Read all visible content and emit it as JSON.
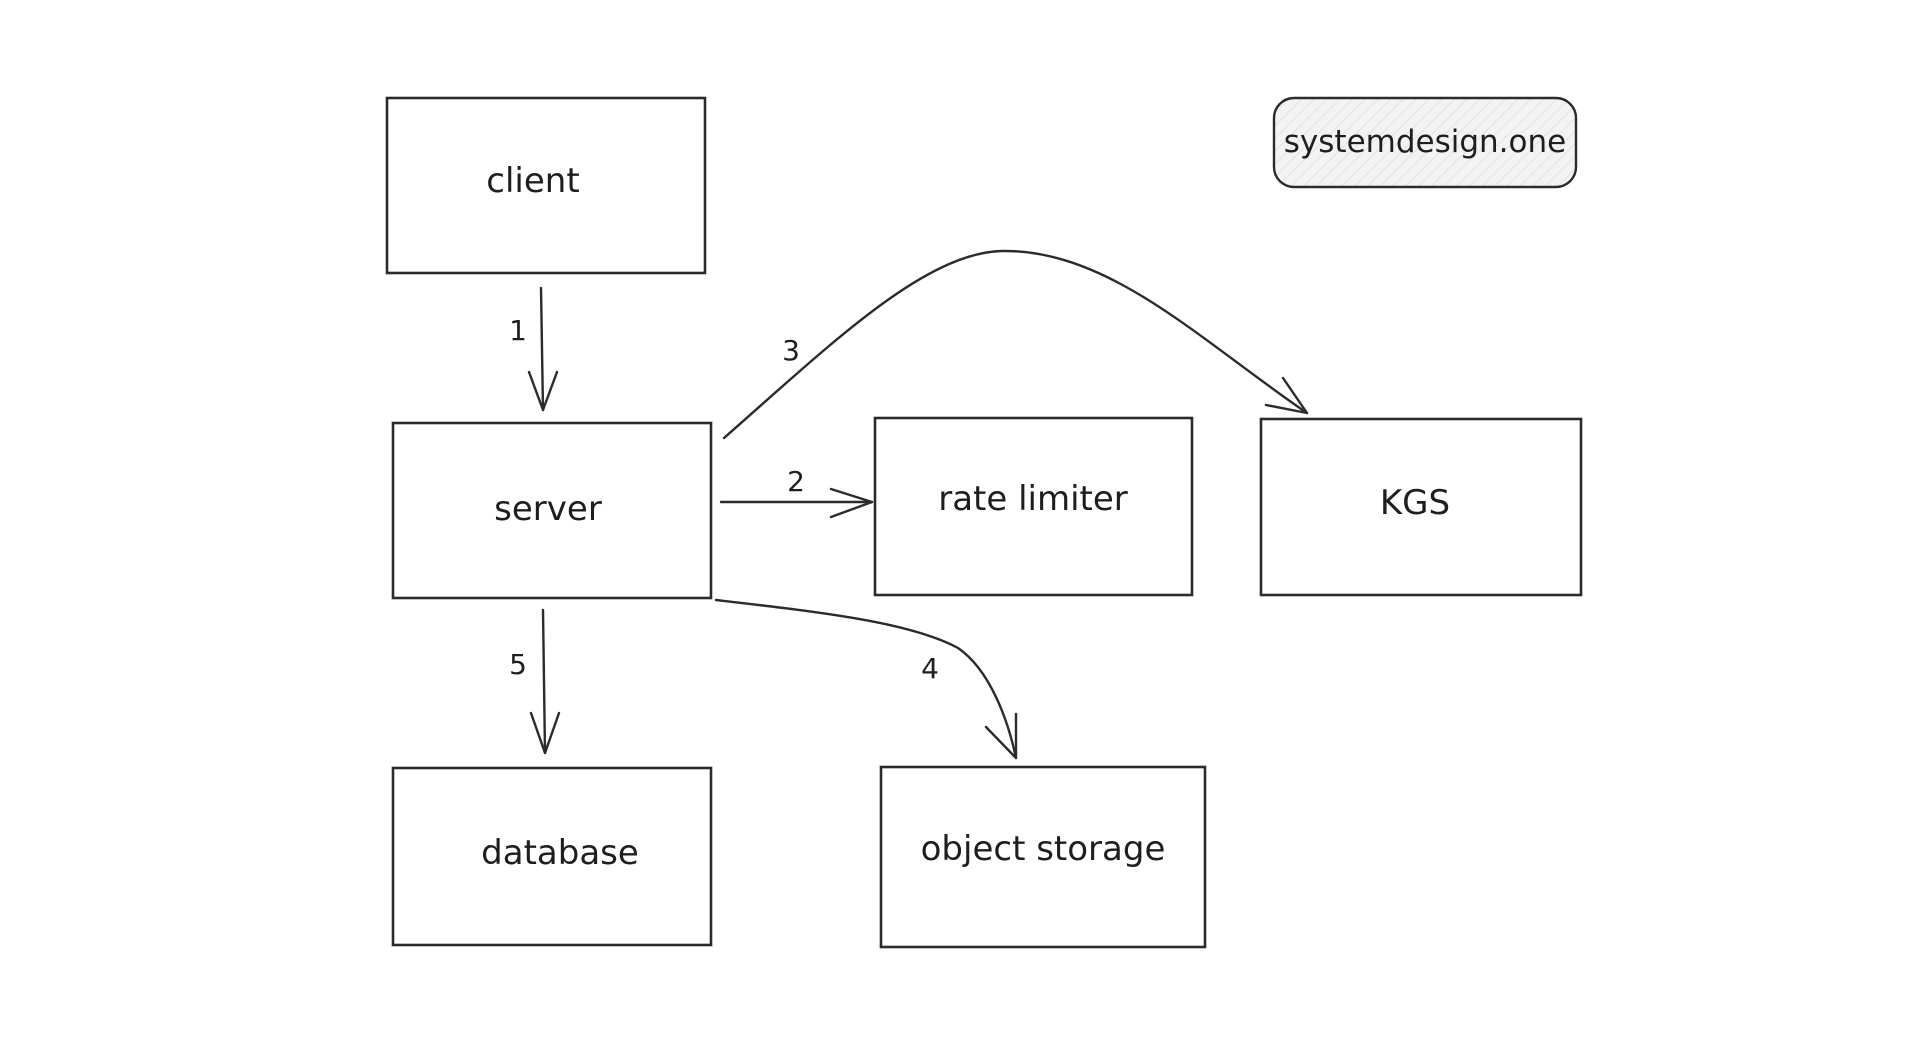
{
  "diagram": {
    "nodes": {
      "client": "client",
      "server": "server",
      "rate_limiter": "rate limiter",
      "kgs": "KGS",
      "database": "database",
      "object_storage": "object storage"
    },
    "edges": {
      "e1": {
        "label": "1",
        "from": "client",
        "to": "server"
      },
      "e2": {
        "label": "2",
        "from": "server",
        "to": "rate limiter"
      },
      "e3": {
        "label": "3",
        "from": "server",
        "to": "KGS"
      },
      "e4": {
        "label": "4",
        "from": "server",
        "to": "object storage"
      },
      "e5": {
        "label": "5",
        "from": "server",
        "to": "database"
      }
    },
    "brand": "systemdesign.one"
  },
  "colors": {
    "stroke": "#2b2b2b",
    "brand_fill": "#f2f2f2",
    "background": "#ffffff"
  }
}
